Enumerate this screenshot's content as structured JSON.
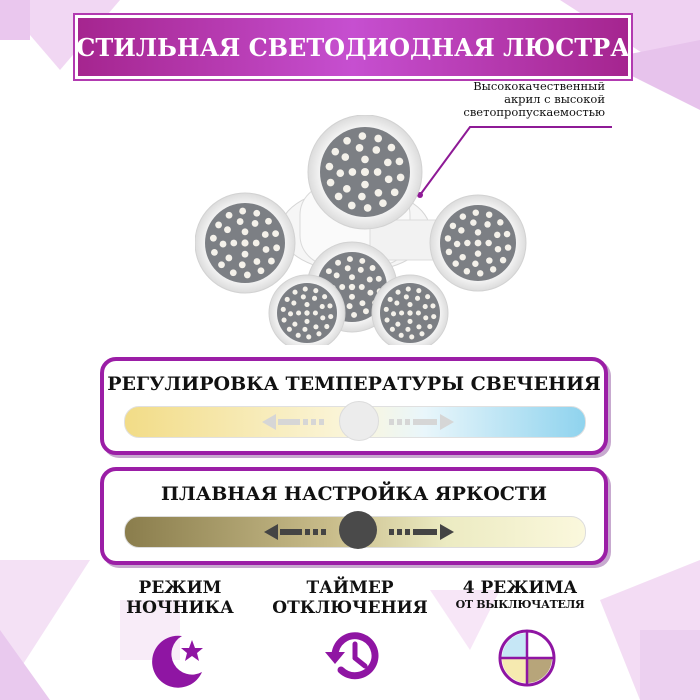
{
  "banner": {
    "title": "СТИЛЬНАЯ СВЕТОДИОДНАЯ ЛЮСТРА"
  },
  "callout": {
    "lines": [
      "Высококачественный",
      "акрил с высокой",
      "светопропускаемостью"
    ]
  },
  "panels": {
    "temperature": {
      "title": "РЕГУЛИРОВКА ТЕМПЕРАТУРЫ СВЕЧЕНИЯ"
    },
    "brightness": {
      "title": "ПЛАВНАЯ НАСТРОЙКА ЯРКОСТИ"
    }
  },
  "features": [
    {
      "line1": "РЕЖИМ",
      "line2": "НОЧНИКА",
      "icon": "moon-star-icon"
    },
    {
      "line1": "ТАЙМЕР",
      "line2": "ОТКЛЮЧЕНИЯ",
      "icon": "timer-clock-icon"
    },
    {
      "line1": "4 РЕЖИМА",
      "line2": "ОТ ВЫКЛЮЧАТЕЛЯ",
      "icon": "four-modes-icon"
    }
  ],
  "colors": {
    "accent": "#9b1ea6",
    "banner": "#c64fd0",
    "warm": "#f3e7a8",
    "cool": "#a9def2",
    "dark_gold": "#8b7d4a"
  }
}
